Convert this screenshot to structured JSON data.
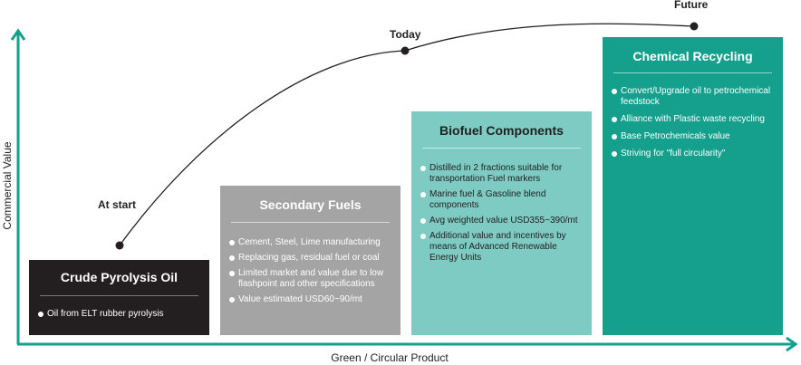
{
  "axes": {
    "y_label": "Commercial Value",
    "x_label": "Green / Circular Product",
    "axis_color": "#14a08c",
    "curve_color": "#231f20"
  },
  "stages": [
    {
      "label": "At start"
    },
    {
      "label": "Today"
    },
    {
      "label": "Future"
    }
  ],
  "boxes": {
    "crude": {
      "title": "Crude Pyrolysis Oil",
      "color": "#231f20",
      "bullets": [
        "Oil from ELT rubber pyrolysis"
      ]
    },
    "secondary": {
      "title": "Secondary Fuels",
      "color": "#a4a4a4",
      "bullets": [
        "Cement, Steel, Lime manufacturing",
        "Replacing gas, residual fuel or coal",
        "Limited market and value due to low flashpoint and other specifications",
        "Value estimated USD60~90/mt"
      ]
    },
    "biofuel": {
      "title": "Biofuel Components",
      "color": "#7dcbc2",
      "bullets": [
        "Distilled in 2 fractions suitable for transportation Fuel markers",
        "Marine fuel & Gasoline blend components",
        "Avg weighted value USD355~390/mt",
        "Additional value and incentives by means of Advanced Renewable Energy Units"
      ]
    },
    "chemical": {
      "title": "Chemical Recycling",
      "color": "#14a08c",
      "bullets": [
        "Convert/Upgrade oil to petrochemical feedstock",
        "Alliance with Plastic waste recycling",
        "Base Petrochemicals value",
        "Striving for \"full circularity\""
      ]
    }
  }
}
